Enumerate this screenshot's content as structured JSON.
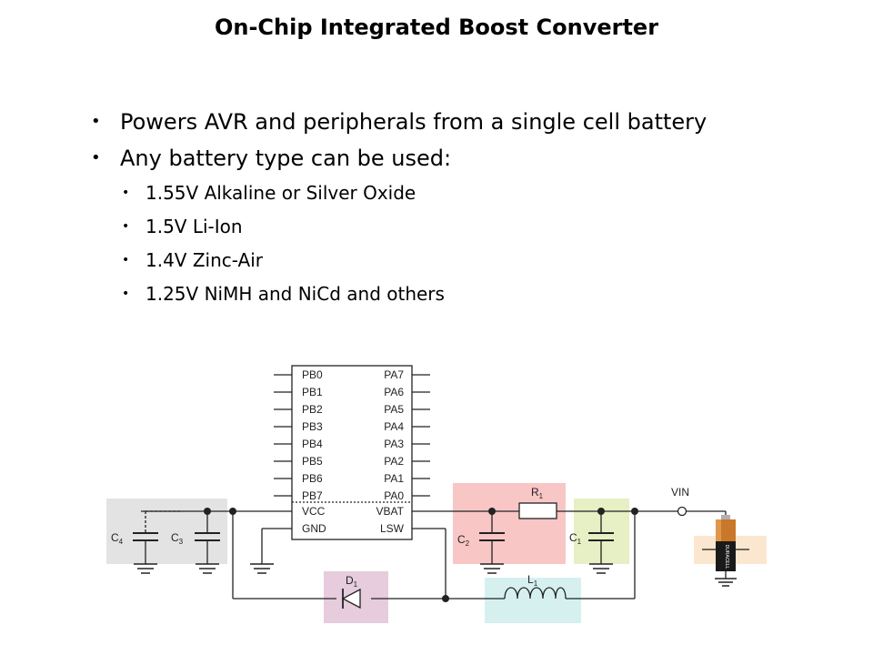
{
  "title": "On-Chip Integrated Boost Converter",
  "bullets": [
    "Powers AVR and peripherals from a single cell battery",
    "Any battery type can be used:"
  ],
  "sub_bullets": [
    "1.55V Alkaline or Silver Oxide",
    "1.5V Li-Ion",
    "1.4V Zinc-Air",
    "1.25V NiMH and NiCd  and others"
  ],
  "chip": {
    "left_pins": [
      "PB0",
      "PB1",
      "PB2",
      "PB3",
      "PB4",
      "PB5",
      "PB6",
      "PB7",
      "VCC",
      "GND"
    ],
    "right_pins": [
      "PA7",
      "PA6",
      "PA5",
      "PA4",
      "PA3",
      "PA2",
      "PA1",
      "PA0",
      "VBAT",
      "LSW"
    ]
  },
  "components": {
    "c4": {
      "base": "C",
      "sub": "4"
    },
    "c3": {
      "base": "C",
      "sub": "3"
    },
    "c2": {
      "base": "C",
      "sub": "2"
    },
    "c1": {
      "base": "C",
      "sub": "1"
    },
    "r1": {
      "base": "R",
      "sub": "1"
    },
    "d1": {
      "base": "D",
      "sub": "1"
    },
    "l1": {
      "base": "L",
      "sub": "1"
    },
    "vin": "VIN"
  },
  "battery_text": "DURACELL",
  "colors": {
    "cap_group_bg": "#e3e3e3",
    "c2_r1_bg": "#f9c6c6",
    "c1_bg": "#e7efc4",
    "diode_bg": "#e6ccdc",
    "inductor_bg": "#d6f0f0",
    "battery_bg": "#fbe7cf",
    "wire": "#222222"
  }
}
